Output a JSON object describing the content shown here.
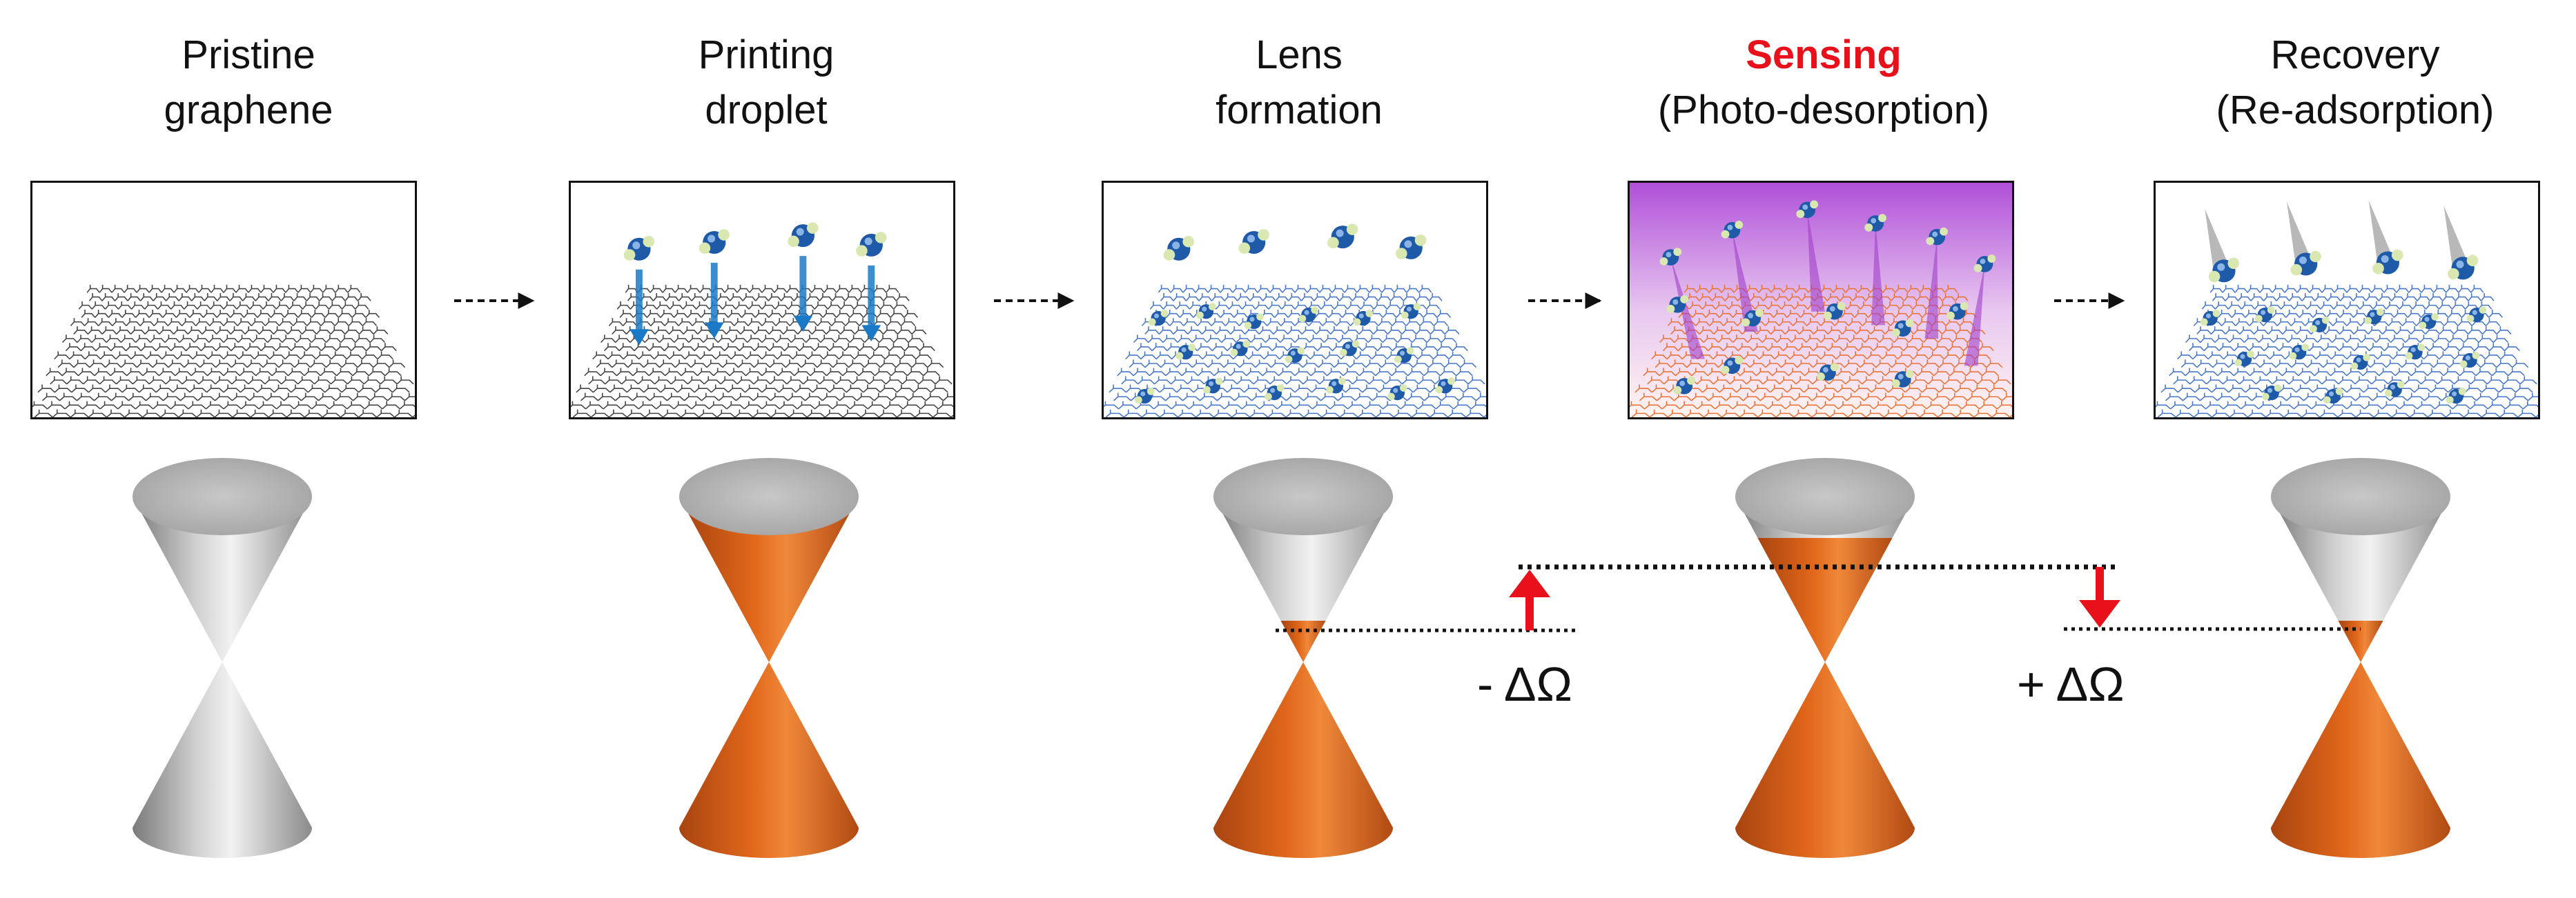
{
  "stages": [
    {
      "line1": "Pristine",
      "line2": "graphene",
      "highlight": false
    },
    {
      "line1": "Printing",
      "line2": "droplet",
      "highlight": false
    },
    {
      "line1": "Lens",
      "line2": "formation",
      "highlight": false
    },
    {
      "line1": "Sensing",
      "line2": "(Photo-desorption)",
      "highlight": true
    },
    {
      "line1": "Recovery",
      "line2": "(Re-adsorption)",
      "highlight": false
    }
  ],
  "deltas": {
    "minus": "- ΔΩ",
    "plus": "+ ΔΩ"
  },
  "colors": {
    "highlight": "#e8101a",
    "cone_gray": "#b0b0b0",
    "cone_orange": "#e0661a",
    "arrow_red": "#e8101a",
    "lattice_gray": "#444444",
    "lattice_blue": "#4a78c8",
    "lattice_orange": "#e8743a",
    "droplet_arrow": "#1a7ac8",
    "uv_purple": "#a040c8"
  },
  "icons": [
    "cone-icon",
    "lattice-icon",
    "molecule-icon",
    "arrow-icon"
  ]
}
